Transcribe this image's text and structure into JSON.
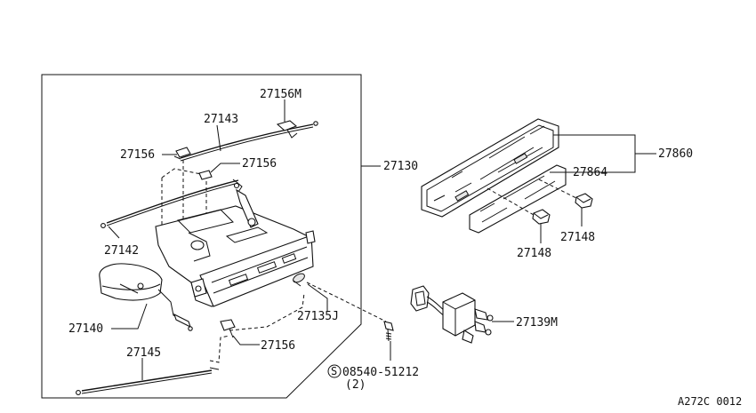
{
  "diagram": {
    "reference_code": "A272C 0012",
    "labels": {
      "p27156M": "27156M",
      "p27143": "27143",
      "p27156_a": "27156",
      "p27156_b": "27156",
      "p27130": "27130",
      "p27142": "27142",
      "p27140": "27140",
      "p27145": "27145",
      "p27156_c": "27156",
      "p27135J": "27135J",
      "p27860": "27860",
      "p27864": "27864",
      "p27148_a": "27148",
      "p27148_b": "27148",
      "p27139M": "27139M",
      "screw_symbol": "S",
      "screw_part": "08540-51212",
      "screw_qty": "(2)"
    }
  }
}
